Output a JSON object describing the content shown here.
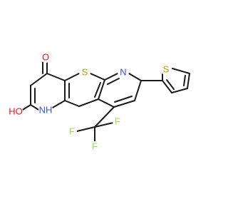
{
  "molecule": {
    "atoms": {
      "o_top": {
        "label": "O",
        "color": "#ff0d0d"
      },
      "s_core": {
        "label": "S",
        "color": "#b8a000"
      },
      "n_pyridine": {
        "label": "N",
        "color": "#3050f8"
      },
      "s_thiophene": {
        "label": "S",
        "color": "#b8a000"
      },
      "nh": {
        "label": "NH",
        "color": "#3050f8"
      },
      "ho": {
        "label": "HO",
        "color": "#ff0d0d"
      },
      "f_left": {
        "label": "F",
        "color": "#90e050"
      },
      "f_right": {
        "label": "F",
        "color": "#90e050"
      },
      "f_bottom": {
        "label": "F",
        "color": "#90e050"
      }
    },
    "bond_color": "#1a1a1a"
  }
}
